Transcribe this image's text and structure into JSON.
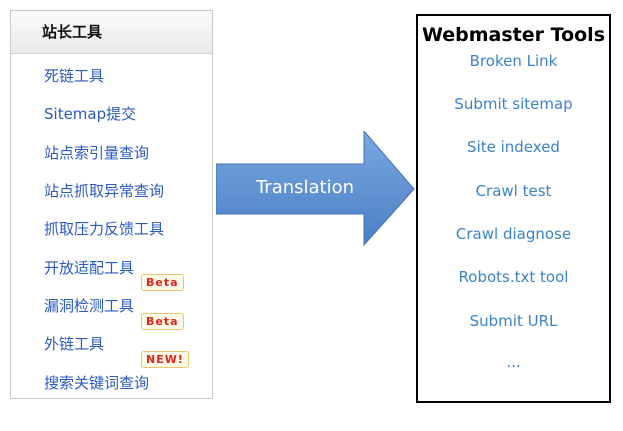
{
  "left_panel": {
    "header": "站长工具",
    "items": [
      {
        "label": "死链工具"
      },
      {
        "label": "Sitemap提交"
      },
      {
        "label": "站点索引量查询"
      },
      {
        "label": "站点抓取异常查询"
      },
      {
        "label": "抓取压力反馈工具"
      },
      {
        "label": "开放适配工具"
      },
      {
        "label": "漏洞检测工具",
        "badge": "Beta"
      },
      {
        "label": "外链工具",
        "badge": "Beta"
      },
      {
        "label": "搜索关键词查询",
        "badge": "NEW!"
      }
    ]
  },
  "arrow": {
    "label": "Translation"
  },
  "right_panel": {
    "title": "Webmaster Tools",
    "items": [
      "Broken Link",
      "Submit sitemap",
      "Site indexed",
      "Crawl test",
      "Crawl diagnose",
      "Robots.txt tool",
      "Submit URL",
      "..."
    ]
  },
  "colors": {
    "link_blue_left": "#2a5ac4",
    "link_blue_right": "#3b82c9",
    "arrow_fill": "#5b8fd2",
    "badge_text": "#e0231c"
  }
}
